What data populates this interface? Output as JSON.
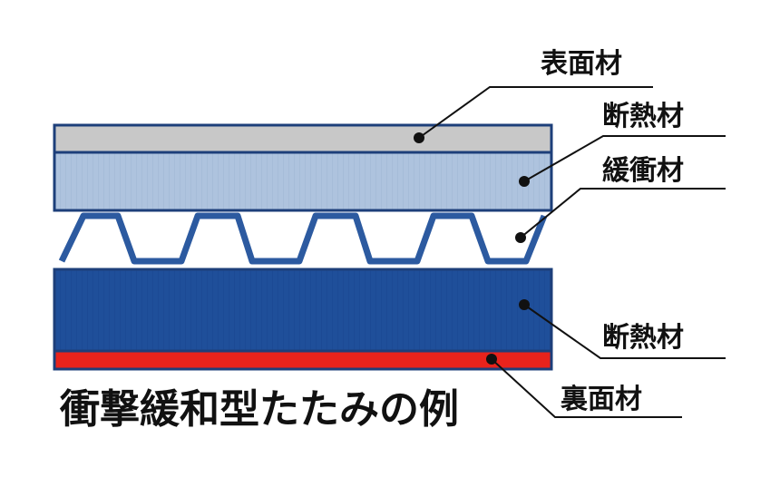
{
  "caption": "衝撃緩和型たたみの例",
  "labels": {
    "top_surface": "表面材",
    "top_insulation": "断熱材",
    "cushion": "緩衝材",
    "bottom_insulation": "断熱材",
    "back_surface": "裏面材"
  },
  "colors": {
    "surface": "#c9c9c9",
    "insulation_top": "#a9bfdc",
    "insulation_bottom": "#1f4f9a",
    "cushion_stroke": "#2c5aa0",
    "back": "#e8231c",
    "outline": "#1d3f7a",
    "leader": "#111111"
  }
}
